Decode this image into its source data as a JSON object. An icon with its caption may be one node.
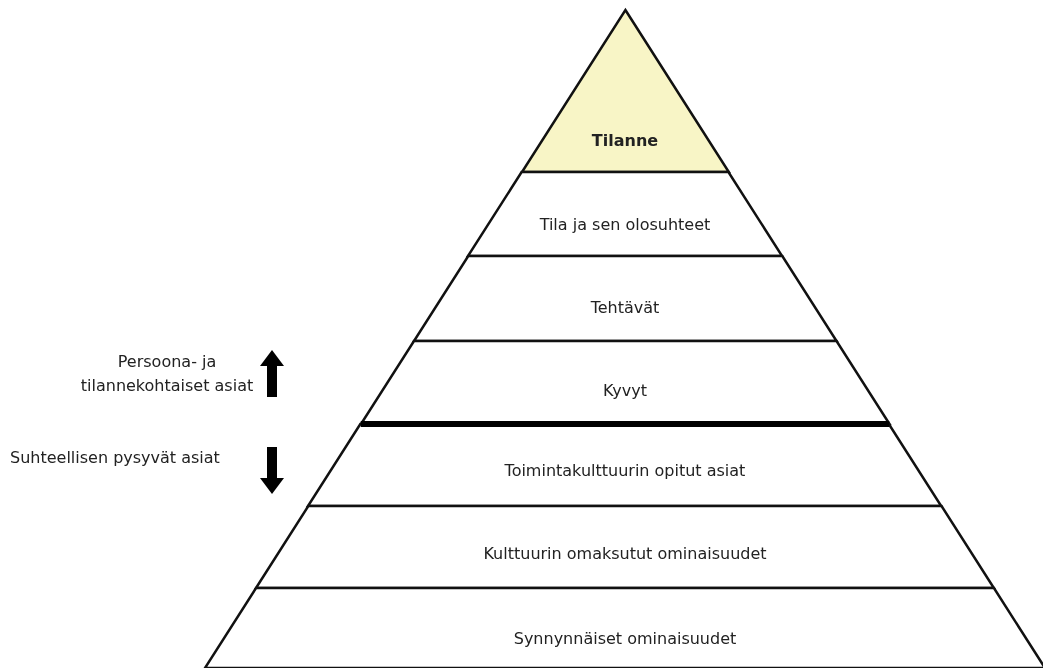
{
  "diagram": {
    "nodes": [
      {
        "text": [
          "Tilanne"
        ]
      },
      {
        "text": [
          "Tila ja sen olosuhteet"
        ]
      },
      {
        "text": [
          "Tehtävät"
        ]
      },
      {
        "text": [
          "Kyvyt"
        ]
      },
      {
        "text": [
          "Toimintakulttuurin opitut asiat"
        ]
      },
      {
        "text": [
          "Kulttuurin omaksutut ominaisuudet"
        ]
      },
      {
        "text": [
          "Synnynnäiset ominaisuudet"
        ]
      }
    ],
    "labels": [
      "Persoona- ja tilannekohtaiset asiat",
      "Suhteellisen pysyvät asiat"
    ]
  }
}
